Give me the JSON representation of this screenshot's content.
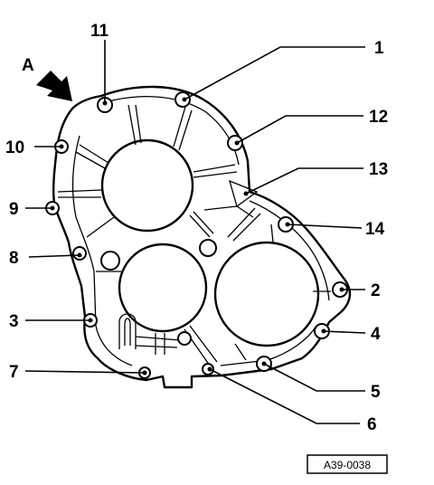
{
  "diagram": {
    "reference_code": "A39-0038",
    "view_label": "A",
    "callouts": [
      {
        "id": "1",
        "label": "1"
      },
      {
        "id": "2",
        "label": "2"
      },
      {
        "id": "3",
        "label": "3"
      },
      {
        "id": "4",
        "label": "4"
      },
      {
        "id": "5",
        "label": "5"
      },
      {
        "id": "6",
        "label": "6"
      },
      {
        "id": "7",
        "label": "7"
      },
      {
        "id": "8",
        "label": "8"
      },
      {
        "id": "9",
        "label": "9"
      },
      {
        "id": "10",
        "label": "10"
      },
      {
        "id": "11",
        "label": "11"
      },
      {
        "id": "12",
        "label": "12"
      },
      {
        "id": "13",
        "label": "13"
      },
      {
        "id": "14",
        "label": "14"
      }
    ]
  }
}
